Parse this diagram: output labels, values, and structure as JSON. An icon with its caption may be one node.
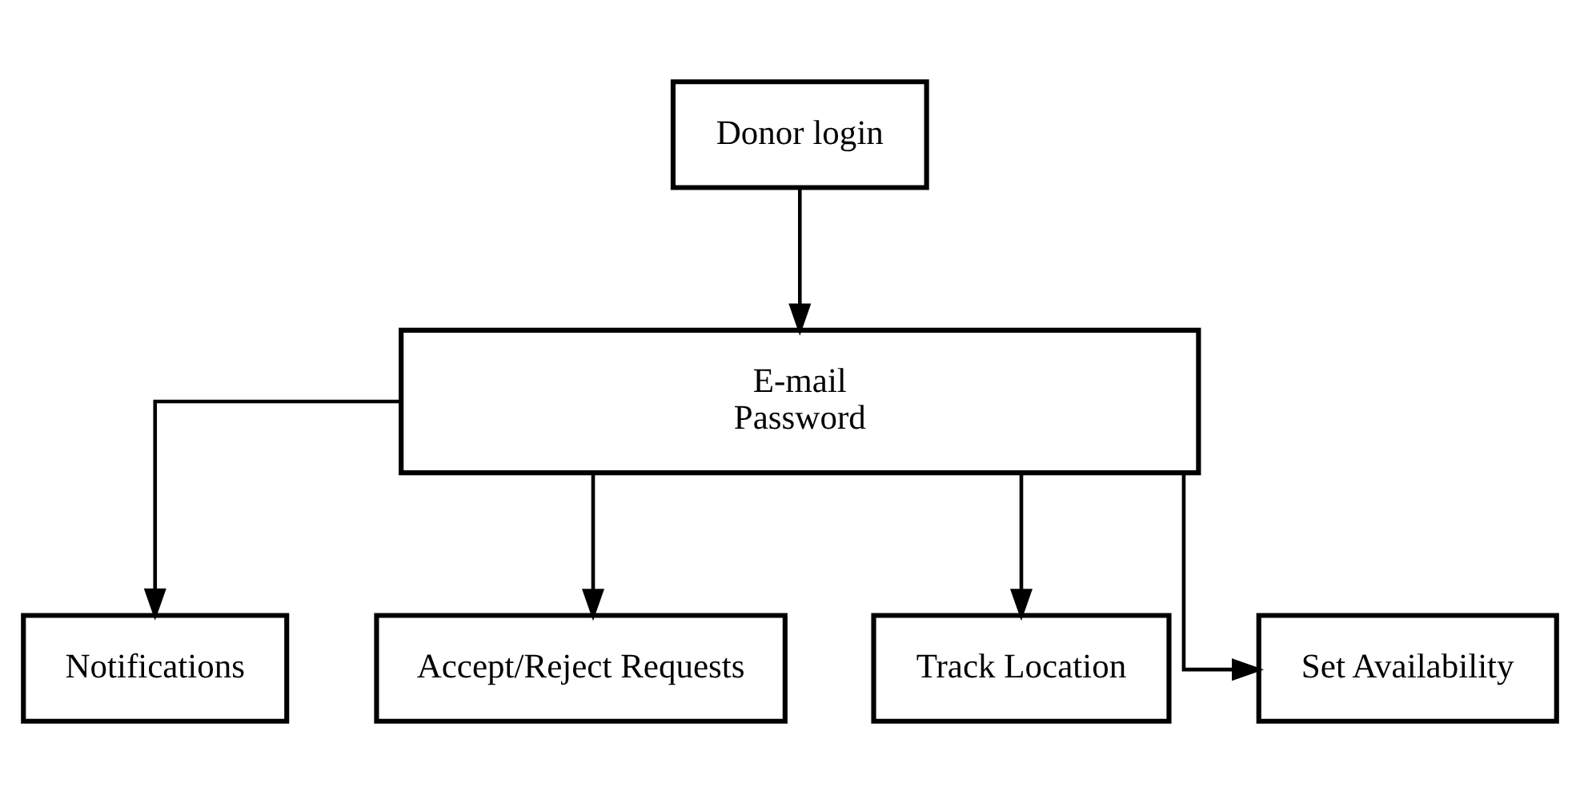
{
  "diagram": {
    "nodes": [
      {
        "text": [
          "Donor login"
        ]
      },
      {
        "text": [
          "E-mail",
          "Password"
        ]
      },
      {
        "text": [
          "Notifications"
        ]
      },
      {
        "text": [
          "Accept/Reject Requests"
        ]
      },
      {
        "text": [
          "Track Location"
        ]
      },
      {
        "text": [
          "Set Availability"
        ]
      }
    ],
    "edges": [
      {
        "from": 0,
        "to": 1,
        "arrow": "to"
      },
      {
        "from": 1,
        "to": 2,
        "arrow": "to"
      },
      {
        "from": 1,
        "to": 3,
        "arrow": "to"
      },
      {
        "from": 1,
        "to": 4,
        "arrow": "to"
      },
      {
        "from": 1,
        "to": 5,
        "arrow": "to"
      }
    ]
  }
}
